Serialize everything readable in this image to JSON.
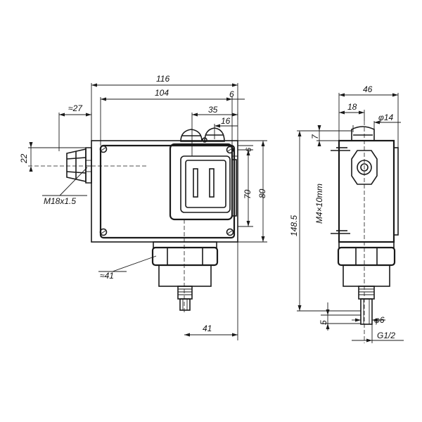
{
  "front_view": {
    "dims": {
      "width_overall": "116",
      "width_inner": "104",
      "offset_top_right": "6",
      "window_width": "35",
      "knob_width": "16",
      "gland_width": "≈27",
      "gland_height": "22",
      "window_offset": "6",
      "window_height": "70",
      "body_height": "80",
      "port_offset": "41"
    },
    "labels": {
      "gland_thread": "M18x1.5",
      "hex_size": "≈41"
    }
  },
  "side_view": {
    "dims": {
      "depth": "46",
      "knob_offset": "18",
      "knob_diameter": "φ14",
      "top_offset": "7",
      "total_height": "148.5",
      "thread_length": "5",
      "port_diameter": "φ6",
      "port_thread": "G1/2"
    },
    "labels": {
      "screw": "M4×10mm"
    }
  }
}
